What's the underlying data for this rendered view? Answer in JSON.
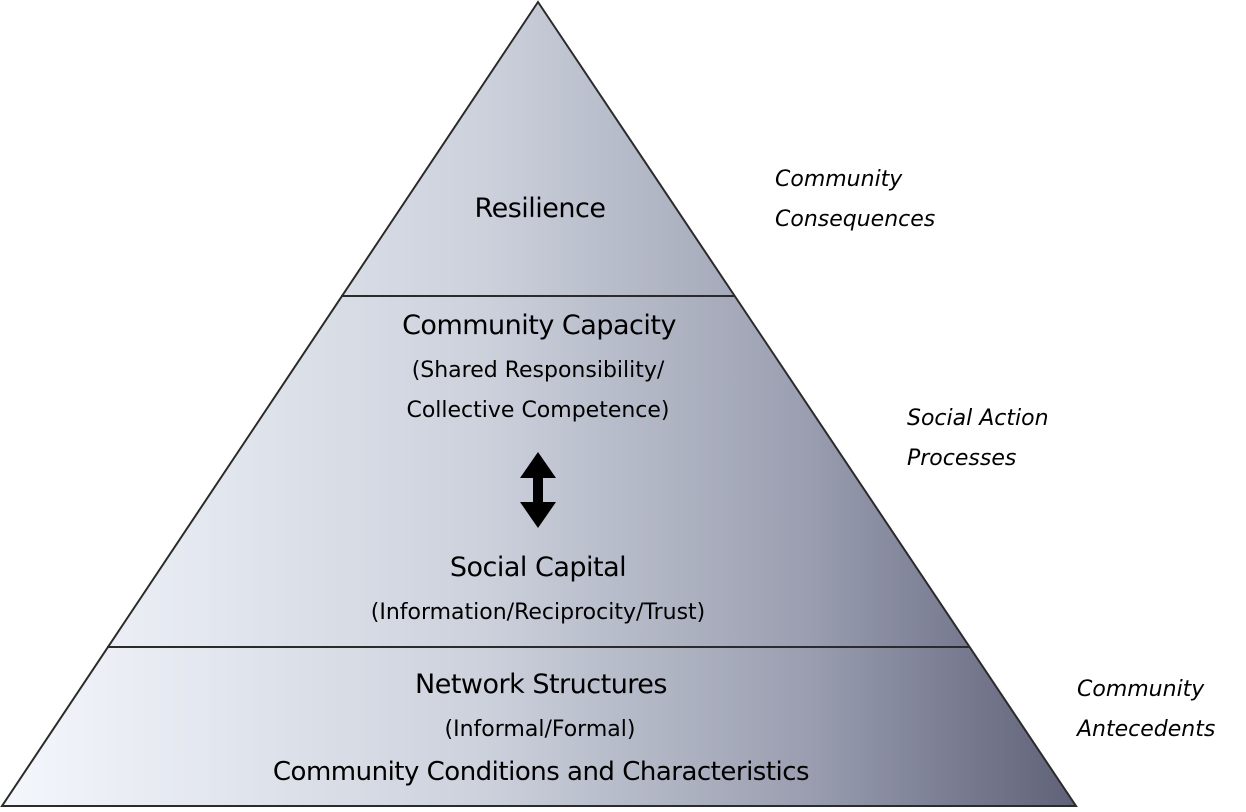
{
  "diagram": {
    "tiers": [
      {
        "title": "Resilience",
        "subtitle_lines": []
      },
      {
        "title": "Community Capacity",
        "subtitle_lines": [
          "(Shared Responsibility/",
          "Collective Competence)"
        ]
      },
      {
        "title": "Social Capital",
        "subtitle_lines": [
          "(Information/Reciprocity/Trust)"
        ]
      },
      {
        "title": "Network Structures",
        "subtitle_lines": [
          "(Informal/Formal)"
        ],
        "footer": "Community Conditions and Characteristics"
      }
    ],
    "side_labels": [
      {
        "lines": [
          "Community",
          "Consequences"
        ]
      },
      {
        "lines": [
          "Social Action",
          "Processes"
        ]
      },
      {
        "lines": [
          "Community",
          "Antecedents"
        ]
      }
    ],
    "colors": {
      "gradient_start": "#f3f6fb",
      "gradient_end": "#62647a",
      "outline": "#2b2b2b"
    }
  }
}
